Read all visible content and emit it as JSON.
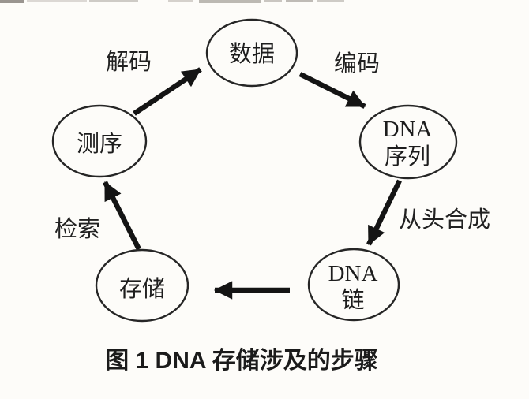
{
  "diagram": {
    "caption": "图 1  DNA 存储涉及的步骤",
    "nodes": [
      {
        "id": "data",
        "line1": "数据",
        "line2": ""
      },
      {
        "id": "dna-sequence",
        "line1": "DNA",
        "line2": "序列"
      },
      {
        "id": "dna-strand",
        "line1": "DNA",
        "line2": "链"
      },
      {
        "id": "storage",
        "line1": "存储",
        "line2": ""
      },
      {
        "id": "sequencing",
        "line1": "测序",
        "line2": ""
      }
    ],
    "edge_labels": {
      "decode": "解码",
      "encode": "编码",
      "synthesis": "从头合成",
      "retrieve": "检索"
    },
    "colors": {
      "ink": "#1d1d1d",
      "background": "#fdfcf9"
    }
  }
}
